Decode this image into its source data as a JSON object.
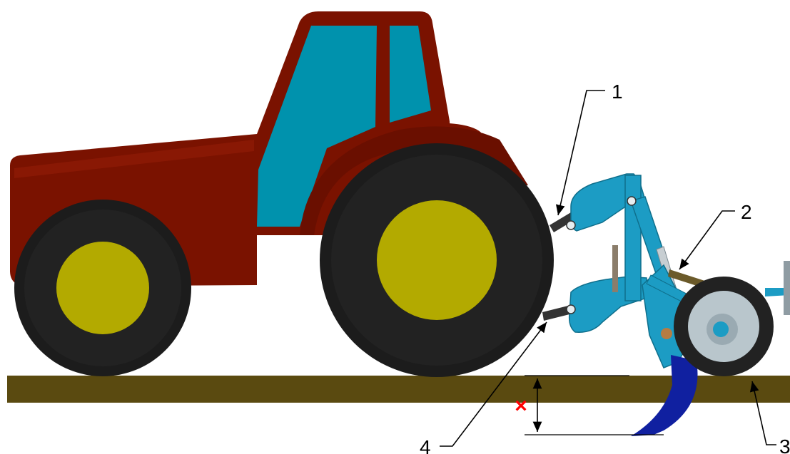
{
  "callouts": {
    "c1": "1",
    "c2": "2",
    "c3": "3",
    "c4": "4"
  },
  "depth_marker": "×",
  "colors": {
    "tractor_body": "#7a1200",
    "cab_glass": "#0092ad",
    "tire": "#1c1c1c",
    "rim": "#b3aa00",
    "implement": "#1c9cc4",
    "shank_blade": "#1020a0",
    "ground": "#5a4a10",
    "marker": "#ff0000"
  }
}
